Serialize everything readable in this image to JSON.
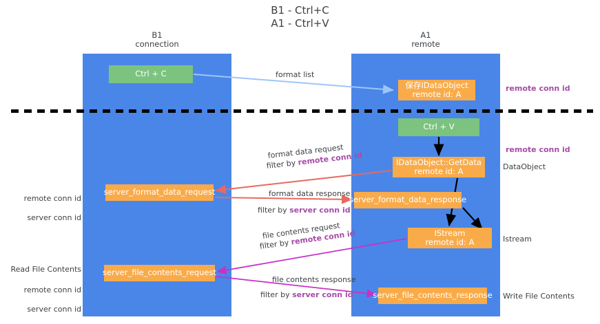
{
  "diagram": {
    "title": "B1 - Ctrl+C\nA1 - Ctrl+V",
    "columns": [
      {
        "name": "b1",
        "label": "B1\nconnection"
      },
      {
        "name": "a1",
        "label": "A1\nremote"
      }
    ],
    "nodes": {
      "ctrl_c": "Ctrl + C",
      "save_idataobject": "保存IDataObject\nremote id: A",
      "ctrl_v": "Ctrl + V",
      "getdata": "IDataObject::GetData\nremote id: A",
      "istream": "IStream\nremote id: A",
      "server_format_data_request": "server_format_data_request",
      "server_format_data_response": "server_format_data_response",
      "server_file_contents_request": "server_file_contents_request",
      "server_file_contents_response": "server_file_contents_response"
    },
    "edge_labels": {
      "format_list": "format list",
      "format_data_request": "format data request",
      "format_data_request_filter_prefix": "filter by ",
      "format_data_request_filter_key": "remote conn id",
      "format_data_response": "format data response",
      "format_data_response_filter_prefix": "filter by ",
      "format_data_response_filter_key": "server conn id",
      "file_contents_request": "file contents request",
      "file_contents_request_filter_prefix": "filter by ",
      "file_contents_request_filter_key": "remote conn id",
      "file_contents_response": "file contents response",
      "file_contents_response_filter_prefix": "filter by ",
      "file_contents_response_filter_key": "server conn id"
    },
    "annotations": {
      "remote_conn_id_top": "remote conn id",
      "remote_conn_id_mid": "remote conn id",
      "dataobject": "DataObject",
      "istream_label": "Istream",
      "write_file_contents": "Write File Contents",
      "read_file_contents": "Read File Contents",
      "left_remote_conn_id_mid": "remote conn id",
      "left_server_conn_id_mid": "server conn id",
      "left_remote_conn_id_bottom": "remote conn id",
      "left_server_conn_id_bottom": "server conn id"
    },
    "colors": {
      "lane": "#4a86e8",
      "green_node": "#7bc37f",
      "orange_node": "#f9ab4a",
      "purple_text": "#a64ca6",
      "green_text": "#6aa84f",
      "light_blue_arrow": "#9fc5f8",
      "red_arrow": "#e8695f",
      "magenta_arrow": "#c930c9",
      "black_arrow": "#000000",
      "background": "#ffffff"
    }
  }
}
